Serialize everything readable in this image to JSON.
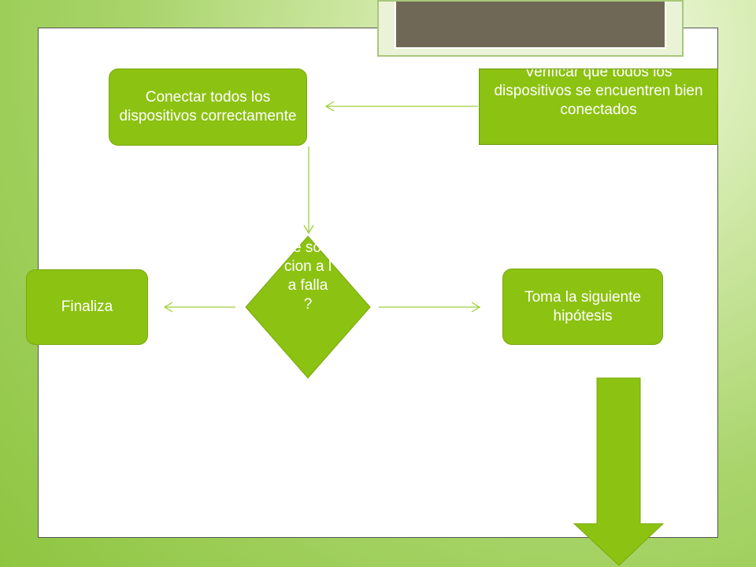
{
  "nodes": {
    "conectar": "Conectar todos los dispositivos correctamente",
    "verificar": "Verificar que todos los dispositivos se encuentren bien conectados",
    "decision": "Se solucion a la falla ?",
    "finaliza": "Finaliza",
    "toma": "Toma la siguiente hipótesis"
  },
  "colors": {
    "node_fill": "#8cc211",
    "connector": "#9fcf3a",
    "background": "#a8d46a"
  }
}
